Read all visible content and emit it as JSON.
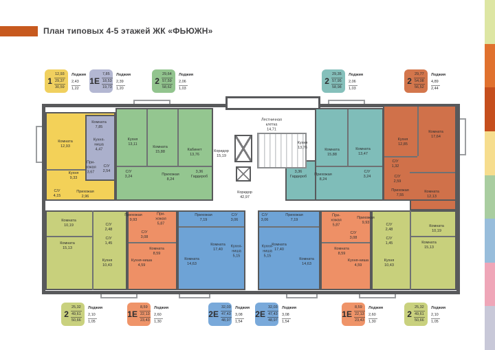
{
  "header": {
    "title": "План типовых 4-5 этажей ЖК «ФЬЮЖН»"
  },
  "accent_color": "#c7591e",
  "legend_top": [
    {
      "type": "1",
      "color": "#f0d05f",
      "areas": [
        "12,93",
        "29,37",
        "30,59"
      ],
      "loggia_label": "Лоджия",
      "loggia": [
        "2,43",
        "1,22"
      ]
    },
    {
      "type": "1Е",
      "color": "#b3b7d2",
      "areas": [
        "7,85",
        "18,53",
        "19,73"
      ],
      "loggia_label": "Лоджия",
      "loggia": [
        "2,39",
        "1,20"
      ]
    },
    {
      "type": "2",
      "color": "#92c48e",
      "areas": [
        "29,64",
        "57,59",
        "58,62"
      ],
      "loggia_label": "Лоджия",
      "loggia": [
        "2,06",
        "1,03"
      ]
    },
    {
      "type": "2",
      "color": "#85c0bb",
      "areas": [
        "29,35",
        "57,95",
        "58,98"
      ],
      "loggia_label": "Лоджия",
      "loggia": [
        "2,06",
        "1,03"
      ]
    },
    {
      "type": "2",
      "color": "#d3764c",
      "areas": [
        "29,77",
        "54,08",
        "56,52"
      ],
      "loggia_label": "Лоджия",
      "loggia": [
        "4,89",
        "2,44"
      ]
    }
  ],
  "legend_bottom": [
    {
      "type": "2",
      "color": "#c9d17e",
      "areas": [
        "25,32",
        "49,61",
        "50,66"
      ],
      "loggia_label": "Лоджия",
      "loggia": [
        "2,10",
        "1,05"
      ]
    },
    {
      "type": "1Е",
      "color": "#ef9469",
      "areas": [
        "8,59",
        "22,13",
        "23,43"
      ],
      "loggia_label": "Лоджия",
      "loggia": [
        "2,60",
        "1,30"
      ]
    },
    {
      "type": "2Е",
      "color": "#79a9da",
      "areas": [
        "32,03",
        "47,43",
        "48,97"
      ],
      "loggia_label": "Лоджия",
      "loggia": [
        "3,08",
        "1,54"
      ]
    },
    {
      "type": "2Е",
      "color": "#79a9da",
      "areas": [
        "32,03",
        "47,43",
        "48,97"
      ],
      "loggia_label": "Лоджия",
      "loggia": [
        "3,08",
        "1,54"
      ]
    },
    {
      "type": "1Е",
      "color": "#ef9469",
      "areas": [
        "8,59",
        "22,13",
        "23,43"
      ],
      "loggia_label": "Лоджия",
      "loggia": [
        "2,60",
        "1,30"
      ]
    },
    {
      "type": "2",
      "color": "#c9d17e",
      "areas": [
        "25,32",
        "49,61",
        "50,66"
      ],
      "loggia_label": "Лоджия",
      "loggia": [
        "2,10",
        "1,05"
      ]
    }
  ],
  "floorplan": {
    "common_areas": [
      {
        "text": "Лестничная\nклетка\n14,71"
      },
      {
        "text": "Коридор\n15,19"
      },
      {
        "text": "Коридор\n42,97"
      }
    ],
    "apartments": [
      {
        "id": "apt-1-yellow",
        "color": "#f3d158",
        "rooms": [
          {
            "text": "Комната\n12,93"
          },
          {
            "text": "Кухня\n9,33"
          },
          {
            "text": "С/У\n4,15"
          },
          {
            "text": "Прихожая\n2,96"
          }
        ]
      },
      {
        "id": "apt-1e-lavender",
        "color": "#abb0cc",
        "rooms": [
          {
            "text": "Комната\n7,85"
          },
          {
            "text": "Кухня-\nниша\n4,47"
          },
          {
            "text": "При-\nхожая\n3,67"
          },
          {
            "text": "С/У\n2,54"
          }
        ]
      },
      {
        "id": "apt-2-green",
        "color": "#94c690",
        "rooms": [
          {
            "text": "Кухня\n13,11"
          },
          {
            "text": "Комната\n15,88"
          },
          {
            "text": "Кабинет\n13,76"
          },
          {
            "text": "С/У\n3,24"
          },
          {
            "text": "Прихожая\n8,24"
          },
          {
            "text": "3,36\nГардероб"
          }
        ]
      },
      {
        "id": "apt-2-teal",
        "color": "#7fbdb9",
        "rooms": [
          {
            "text": "Кухня\n13,76"
          },
          {
            "text": "Комната\n15,88"
          },
          {
            "text": "Комната\n13,47"
          },
          {
            "text": "3,36\nГардероб"
          },
          {
            "text": "Прихожая\n8,24"
          },
          {
            "text": "С/У\n3,24"
          }
        ]
      },
      {
        "id": "apt-2-orange",
        "color": "#d0714a",
        "rooms": [
          {
            "text": "Кухня\n12,85"
          },
          {
            "text": "Комната\n17,64"
          },
          {
            "text": "С/У\n1,32"
          },
          {
            "text": "С/У\n2,59"
          },
          {
            "text": "Прихожая\n7,55"
          },
          {
            "text": "Комната\n12,13"
          }
        ]
      },
      {
        "id": "apt-2-olive-left",
        "color": "#c8d07c",
        "rooms": [
          {
            "text": "Комната\n10,19"
          },
          {
            "text": "Комната\n15,13"
          },
          {
            "text": "Прихожая\n9,93"
          },
          {
            "text": "С/У\n2,48"
          },
          {
            "text": "С/У\n1,45"
          },
          {
            "text": "Кухня\n10,43"
          }
        ]
      },
      {
        "id": "apt-1e-salmon-left",
        "color": "#ee9066",
        "rooms": [
          {
            "text": "При-\nхожая\n5,87"
          },
          {
            "text": "С/У\n3,08"
          },
          {
            "text": "Комната\n8,59"
          },
          {
            "text": "Кухня-ниша\n4,59"
          }
        ]
      },
      {
        "id": "apt-2e-blue-left",
        "color": "#6ea3d6",
        "rooms": [
          {
            "text": "Прихожая\n7,19"
          },
          {
            "text": "С/У\n3,06"
          },
          {
            "text": "Комната\n17,40"
          },
          {
            "text": "Кухня-\nниша\n5,15"
          },
          {
            "text": "Комната\n14,63"
          }
        ]
      },
      {
        "id": "apt-2e-blue-right",
        "color": "#6ea3d6",
        "rooms": [
          {
            "text": "Прихожая\n7,19"
          },
          {
            "text": "С/У\n3,06"
          },
          {
            "text": "Комната\n17,40"
          },
          {
            "text": "Кухня-\nниша\n5,15"
          },
          {
            "text": "Комната\n14,63"
          }
        ]
      },
      {
        "id": "apt-1e-salmon-right",
        "color": "#ee9066",
        "rooms": [
          {
            "text": "При-\nхожая\n5,87"
          },
          {
            "text": "С/У\n3,08"
          },
          {
            "text": "Комната\n8,59"
          },
          {
            "text": "Кухня-ниша\n4,59"
          }
        ]
      },
      {
        "id": "apt-2-olive-right",
        "color": "#c8d07c",
        "rooms": [
          {
            "text": "Прихожая\n9,93"
          },
          {
            "text": "С/У\n2,48"
          },
          {
            "text": "С/У\n1,45"
          },
          {
            "text": "Комната\n10,19"
          },
          {
            "text": "Комната\n15,13"
          },
          {
            "text": "Кухня\n10,43"
          }
        ]
      }
    ]
  },
  "palette_strip": [
    "#dde6a3",
    "#e0712e",
    "#c54e1d",
    "#f6dd8e",
    "#a9cda0",
    "#98bddb",
    "#efa6b8",
    "#c8c8d8"
  ]
}
